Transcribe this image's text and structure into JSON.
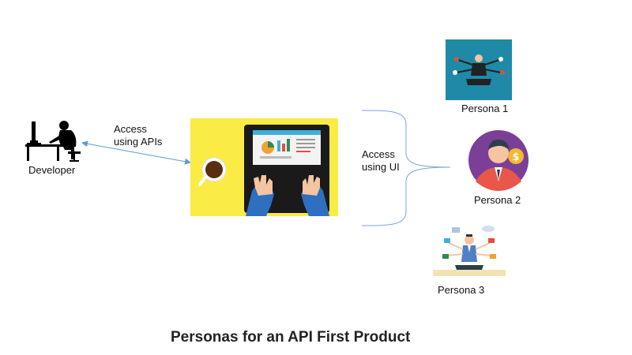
{
  "diagram": {
    "title": "Personas for an API First Product",
    "developer_label": "Developer",
    "api_edge_label": "Access\nusing APIs",
    "ui_edge_label": "Access\nusing UI",
    "personas": [
      {
        "label": "Persona 1"
      },
      {
        "label": "Persona 2"
      },
      {
        "label": "Persona 3"
      }
    ]
  },
  "colors": {
    "laptop_panel_bg": "#fbeb45",
    "persona1_bg": "#1e8aa8",
    "persona2_bg": "#7b3f98",
    "arrow": "#5a9bd5",
    "brace": "#7ba7d6"
  }
}
